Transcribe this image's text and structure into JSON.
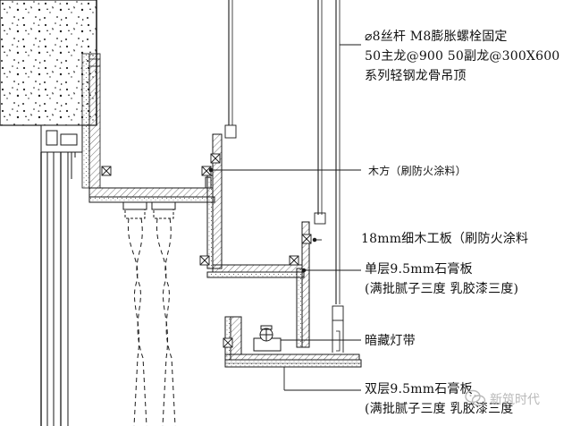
{
  "labels": {
    "hanger_line1": "⌀8丝杆 M8膨胀螺栓固定",
    "hanger_line2": "50主龙@900  50副龙@300X600",
    "hanger_line3": "系列轻钢龙骨吊顶",
    "timber": "木方（刷防火涂料）",
    "board": "18mm细木工板（刷防火涂料",
    "gypsum_single_1": "单层9.5mm石膏板",
    "gypsum_single_2": "(满批腻子三度 乳胶漆三度)",
    "light_strip": "暗藏灯带",
    "gypsum_double_1": "双层9.5mm石膏板",
    "gypsum_double_2": "(满批腻子三度 乳胶漆三度"
  },
  "watermark": {
    "text": "新筑时代",
    "icon": "wechat-icon",
    "color": "#b9b9b9"
  },
  "colors": {
    "line": "#1a1a1a",
    "hatch": "#333333"
  }
}
